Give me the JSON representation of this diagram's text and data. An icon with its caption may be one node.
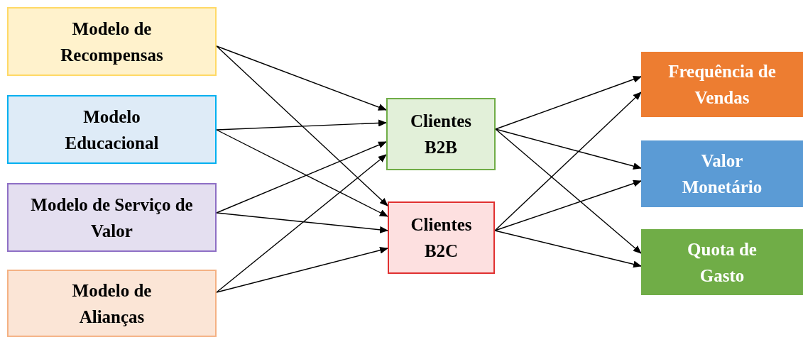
{
  "diagram": {
    "nodes": [
      {
        "text": [
          "Modelo de Recompensas"
        ]
      },
      {
        "text": [
          "Modelo Educacional"
        ]
      },
      {
        "text": [
          "Modelo de Serviço de Valor"
        ]
      },
      {
        "text": [
          "Modelo de Alianças"
        ]
      },
      {
        "text": [
          "Clientes B2B"
        ]
      },
      {
        "text": [
          "Clientes B2C"
        ]
      },
      {
        "text": [
          "Frequência de Vendas"
        ]
      },
      {
        "text": [
          "Valor Monetário"
        ]
      },
      {
        "text": [
          "Quota de Gasto"
        ]
      }
    ],
    "edges": [
      {
        "from": 0,
        "to": 4,
        "arrow": "to"
      },
      {
        "from": 0,
        "to": 5,
        "arrow": "to"
      },
      {
        "from": 1,
        "to": 4,
        "arrow": "to"
      },
      {
        "from": 1,
        "to": 5,
        "arrow": "to"
      },
      {
        "from": 2,
        "to": 4,
        "arrow": "to"
      },
      {
        "from": 2,
        "to": 5,
        "arrow": "to"
      },
      {
        "from": 3,
        "to": 4,
        "arrow": "to"
      },
      {
        "from": 3,
        "to": 5,
        "arrow": "to"
      },
      {
        "from": 4,
        "to": 6,
        "arrow": "to"
      },
      {
        "from": 4,
        "to": 7,
        "arrow": "to"
      },
      {
        "from": 4,
        "to": 8,
        "arrow": "to"
      },
      {
        "from": 5,
        "to": 6,
        "arrow": "to"
      },
      {
        "from": 5,
        "to": 7,
        "arrow": "to"
      },
      {
        "from": 5,
        "to": 8,
        "arrow": "to"
      }
    ]
  }
}
